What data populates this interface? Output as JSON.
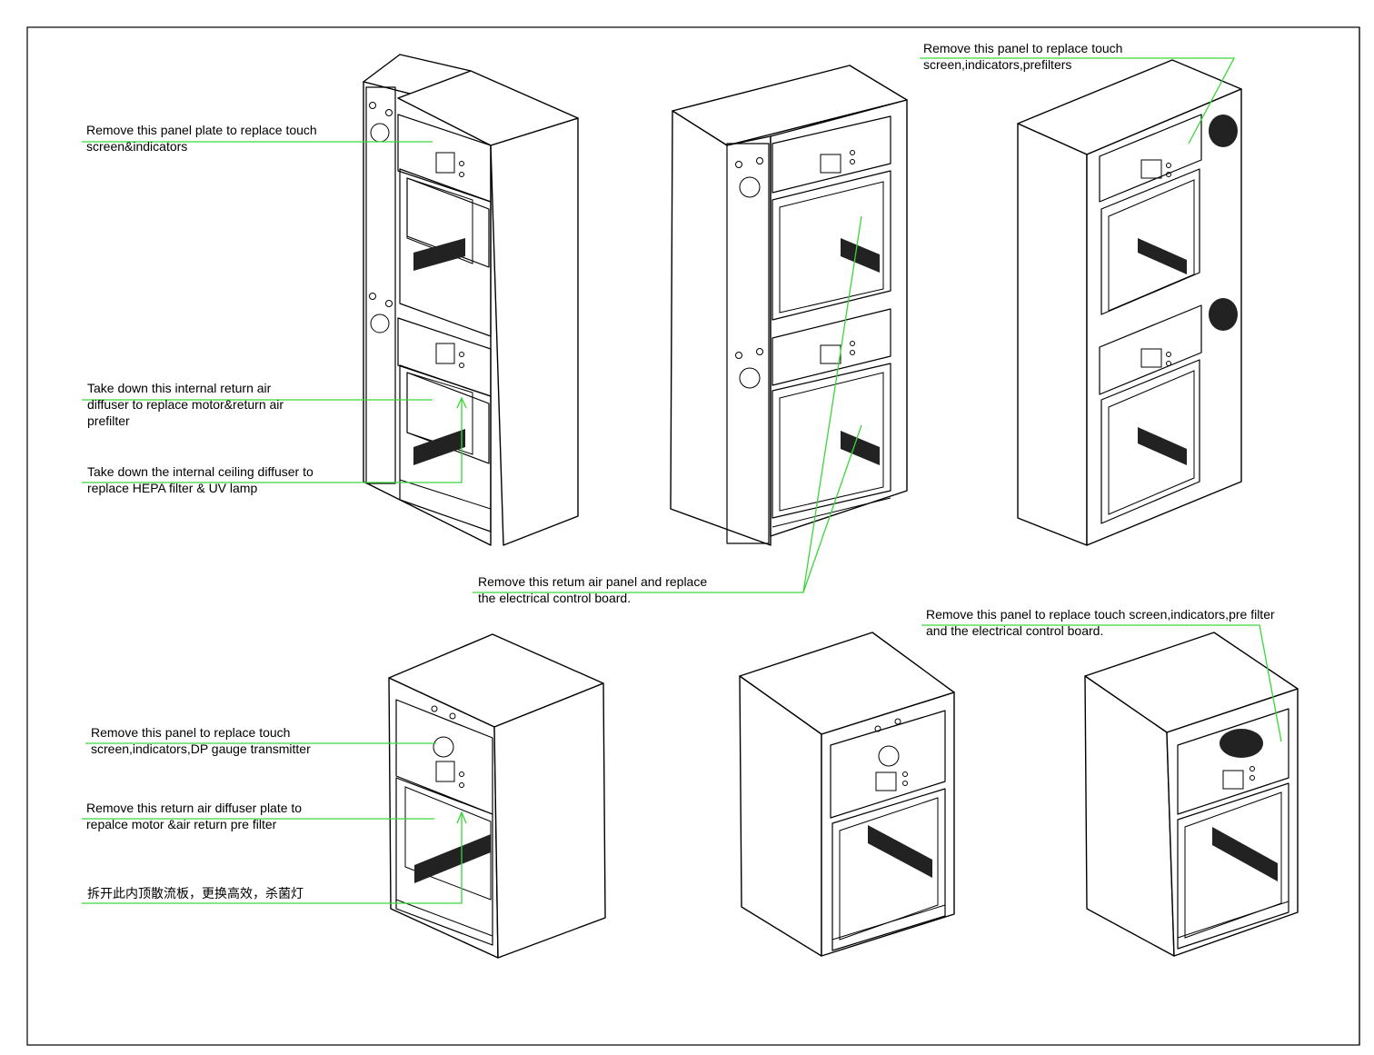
{
  "annotations": {
    "a1": [
      "Remove this panel plate to replace touch",
      "screen&indicators"
    ],
    "a2": [
      "Take down this internal return air",
      "diffuser to replace motor&return air",
      "prefilter"
    ],
    "a3": [
      "Take down the internal ceiling diffuser to",
      "replace HEPA filter & UV lamp"
    ],
    "a4": [
      "Remove this retum air panel and replace",
      "the electrical control board."
    ],
    "a5": [
      "Remove this panel to replace touch",
      "screen,indicators,prefilters"
    ],
    "a6": [
      "Remove this panel to replace touch screen,indicators,pre filter",
      "and the electrical control board."
    ],
    "a7": [
      "Remove this panel to replace touch",
      "screen,indicators,DP gauge transmitter"
    ],
    "a8": [
      "Remove this return air diffuser plate to",
      "repalce motor &air return pre filter"
    ],
    "a9": [
      "拆开此内顶散流板，更换高效，杀菌灯"
    ]
  },
  "colors": {
    "leader": "#3ad63a",
    "line": "#000000",
    "background": "#ffffff",
    "grille": "#222222"
  }
}
